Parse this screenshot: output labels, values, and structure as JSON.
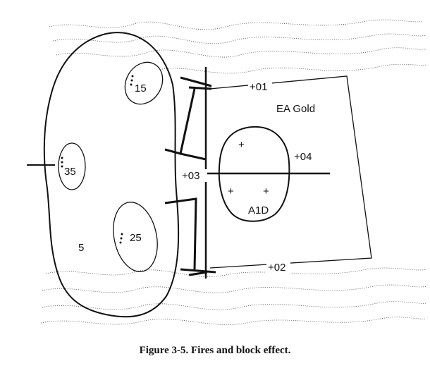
{
  "figure": {
    "caption": "Figure 3-5. Fires and block effect."
  },
  "labels": {
    "pos_15": "15",
    "pos_35": "35",
    "pos_25": "25",
    "pos_5": "5",
    "plus_01": "+01",
    "plus_02": "+02",
    "plus_03": "+03",
    "plus_04": "+04",
    "ea_gold": "EA Gold",
    "a1d": "A1D",
    "plus_marker": "+"
  }
}
